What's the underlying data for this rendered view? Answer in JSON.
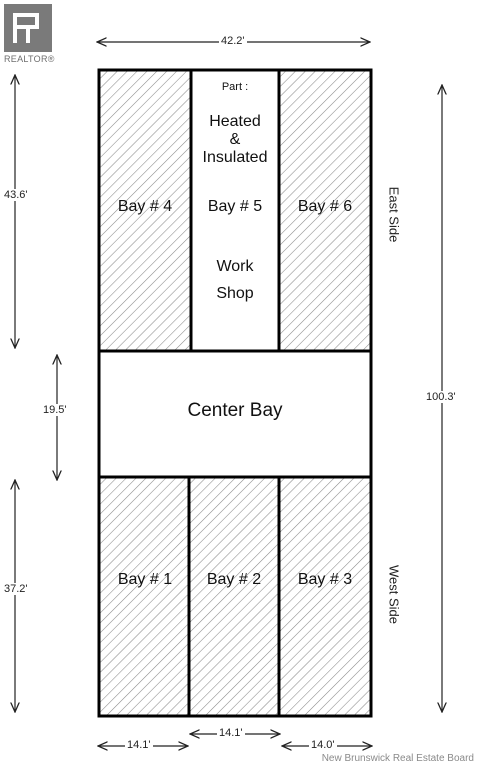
{
  "branding": {
    "logo_label": "REALTOR®",
    "credit": "New Brunswick Real Estate Board"
  },
  "dimensions": {
    "top_width": "42.2'",
    "left_upper": "43.6'",
    "left_middle": "19.5'",
    "left_lower": "37.2'",
    "right_total": "100.3'",
    "bottom_1": "14.1'",
    "bottom_2": "14.1'",
    "bottom_3": "14.0'"
  },
  "sides": {
    "east": "East Side",
    "west": "West Side"
  },
  "bays": {
    "bay4": "Bay # 4",
    "bay5": "Bay # 5",
    "bay6": "Bay # 6",
    "center": "Center Bay",
    "bay1": "Bay # 1",
    "bay2": "Bay # 2",
    "bay3": "Bay # 3"
  },
  "bay5_notes": {
    "part": "Part :",
    "heated": "Heated",
    "amp": "&",
    "insulated": "Insulated",
    "work": "Work",
    "shop": "Shop"
  },
  "colors": {
    "outline": "#000000",
    "hatch": "#8a8a8a",
    "logo_gray": "#7a7a7a"
  }
}
